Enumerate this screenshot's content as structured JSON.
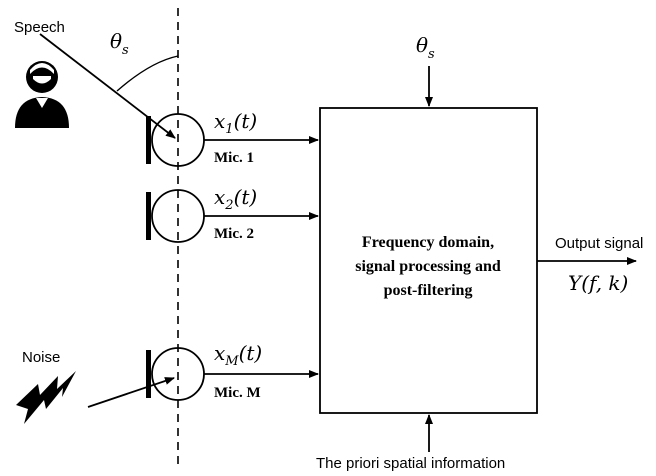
{
  "sources": {
    "speech_label": "Speech",
    "noise_label": "Noise"
  },
  "angle": {
    "symbol": "θ",
    "subscript": "s"
  },
  "top_input": {
    "symbol": "θ",
    "subscript": "s"
  },
  "microphones": [
    {
      "signal_var": "x",
      "signal_sub": "1",
      "signal_arg": "(t)",
      "label": "Mic. 1"
    },
    {
      "signal_var": "x",
      "signal_sub": "2",
      "signal_arg": "(t)",
      "label": "Mic. 2"
    },
    {
      "signal_var": "x",
      "signal_sub": "M",
      "signal_arg": "(t)",
      "label": "Mic. M"
    }
  ],
  "processor": {
    "lines": [
      "Frequency domain,",
      "signal processing and",
      "post-filtering"
    ]
  },
  "output": {
    "label": "Output signal",
    "formula": "Y(f, k)"
  },
  "bottom_input": {
    "label": "The priori spatial information"
  }
}
